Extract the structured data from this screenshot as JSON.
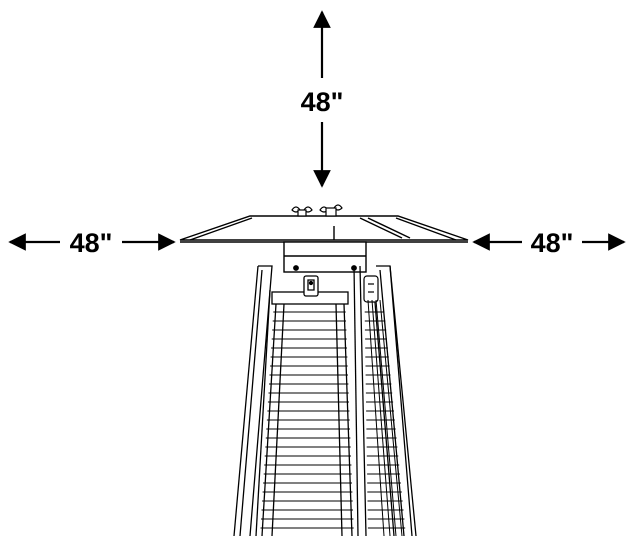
{
  "diagram": {
    "clearance_top": "48\"",
    "clearance_left": "48\"",
    "clearance_right": "48\""
  },
  "colors": {
    "line": "#000000",
    "background": "#ffffff"
  }
}
